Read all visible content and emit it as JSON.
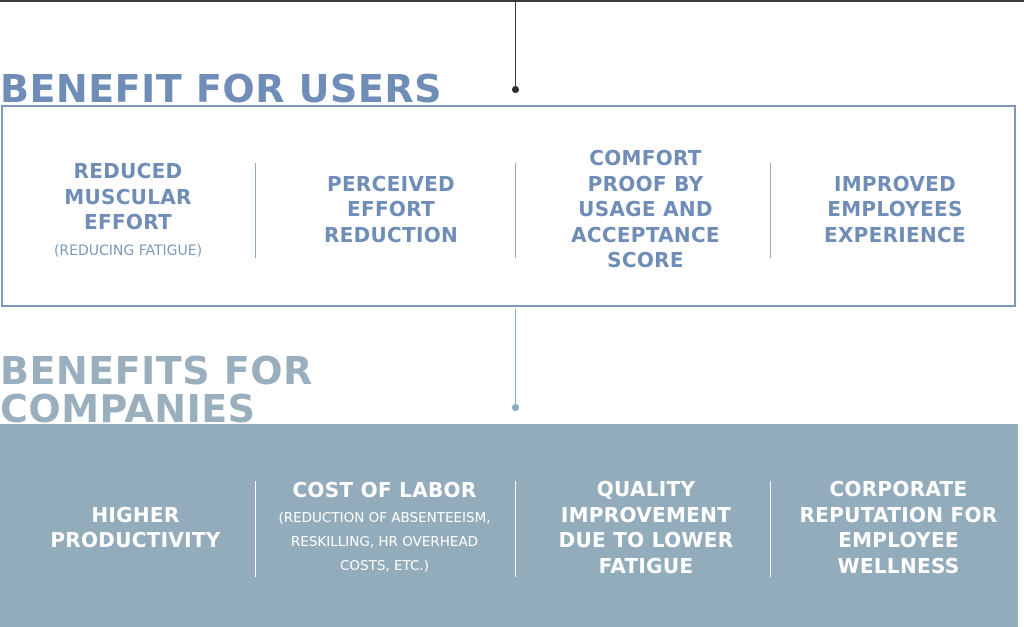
{
  "users": {
    "heading": "BENEFIT FOR USERS",
    "items": [
      {
        "label": "REDUCED MUSCULAR EFFORT",
        "sub": "(REDUCING FATIGUE)"
      },
      {
        "label": "PERCEIVED EFFORT REDUCTION",
        "sub": ""
      },
      {
        "label": "COMFORT PROOF BY USAGE AND ACCEPTANCE SCORE",
        "sub": ""
      },
      {
        "label": "IMPROVED EMPLOYEES EXPERIENCE",
        "sub": ""
      }
    ]
  },
  "companies": {
    "heading": "BENEFITS FOR COMPANIES",
    "items": [
      {
        "label": "HIGHER PRODUCTIVITY",
        "sub": ""
      },
      {
        "label": "COST OF LABOR",
        "sub": "(REDUCTION OF ABSENTEEISM, RESKILLING, HR OVERHEAD COSTS, ETC.)"
      },
      {
        "label": "QUALITY IMPROVEMENT DUE TO LOWER FATIGUE",
        "sub": ""
      },
      {
        "label": "CORPORATE REPUTATION FOR EMPLOYEE WELLNESS",
        "sub": ""
      }
    ]
  },
  "colors": {
    "users_accent": "#6f8db7",
    "companies_fill": "#93acbb",
    "companies_heading": "#9aafbd",
    "line_dark": "#3b3b3b"
  }
}
